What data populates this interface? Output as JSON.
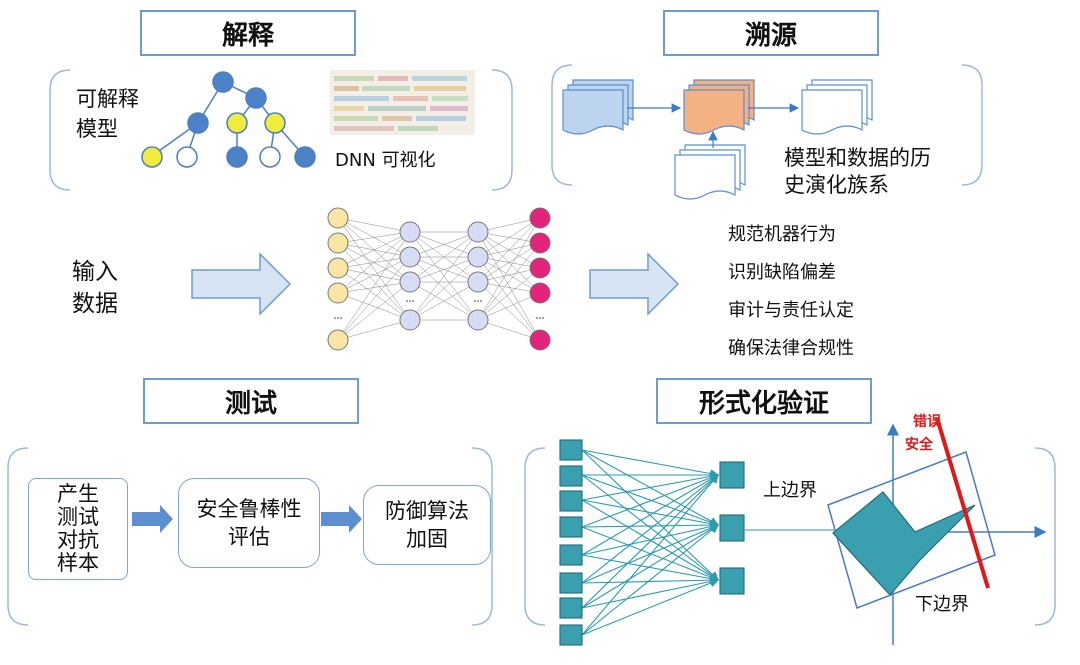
{
  "sections": {
    "explain": {
      "title": "解释",
      "interpretable_model": "可解释\n模型",
      "dnn_vis": "DNN 可视化"
    },
    "trace": {
      "title": "溯源",
      "history": "模型和数据的历\n史演化族系"
    },
    "test": {
      "title": "测试",
      "step1": "产生\n测试\n对抗\n样本",
      "step2": "安全鲁棒性\n评估",
      "step3": "防御算法\n加固"
    },
    "formal": {
      "title": "形式化验证",
      "upper": "上边界",
      "lower": "下边界",
      "error": "错误",
      "safe": "安全"
    }
  },
  "center": {
    "input": "输入\n数据",
    "outputs": [
      "规范机器行为",
      "识别缺陷偏差",
      "审计与责任认定",
      "确保法律合规性"
    ]
  },
  "colors": {
    "blue_border": "#6f9bd1",
    "arrow_fill": "#d6e4f4",
    "teal": "#3aa0b0",
    "red": "#e01818"
  }
}
